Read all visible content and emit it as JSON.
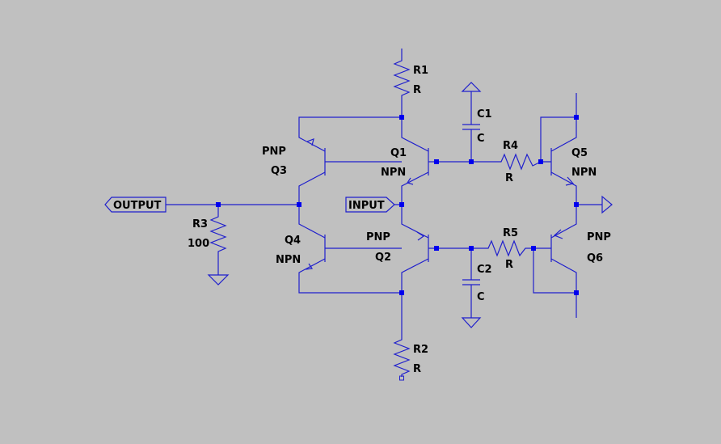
{
  "ports": {
    "output": "OUTPUT",
    "input": "INPUT"
  },
  "components": {
    "r1": {
      "ref": "R1",
      "value": "R"
    },
    "r2": {
      "ref": "R2",
      "value": "R"
    },
    "r3": {
      "ref": "R3",
      "value": "100"
    },
    "r4": {
      "ref": "R4",
      "value": "R"
    },
    "r5": {
      "ref": "R5",
      "value": "R"
    },
    "c1": {
      "ref": "C1",
      "value": "C"
    },
    "c2": {
      "ref": "C2",
      "value": "C"
    },
    "q1": {
      "ref": "Q1",
      "type": "NPN"
    },
    "q2": {
      "ref": "Q2",
      "type": "PNP"
    },
    "q3": {
      "ref": "Q3",
      "type": "PNP"
    },
    "q4": {
      "ref": "Q4",
      "type": "NPN"
    },
    "q5": {
      "ref": "Q5",
      "type": "NPN"
    },
    "q6": {
      "ref": "Q6",
      "type": "PNP"
    }
  },
  "colors": {
    "background": "#c0c0c0",
    "wire": "#1f1fcc",
    "junction": "#0000ee",
    "text": "#000000"
  }
}
